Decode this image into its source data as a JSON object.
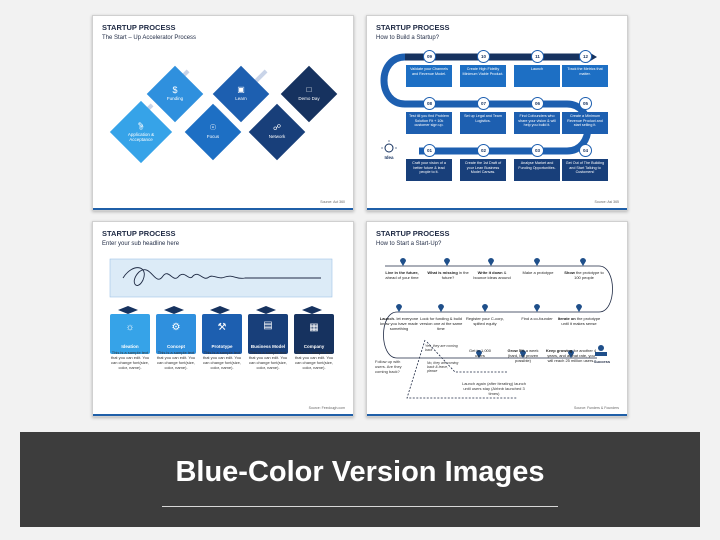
{
  "slide1": {
    "title": "STARTUP PROCESS",
    "subtitle": "The Start – Up Accelerator Process",
    "source": "Source: Act 360",
    "steps": {
      "application": "Application & Acceptance",
      "funding": "Funding",
      "focus": "Focus",
      "learn": "Learn",
      "network": "Network",
      "demo": "Demo Day"
    }
  },
  "slide2": {
    "title": "STARTUP PROCESS",
    "subtitle": "How to Build a Startup?",
    "source": "Source: Asi 365",
    "idea_label": "Idea",
    "nums": [
      "09",
      "10",
      "11",
      "12",
      "08",
      "07",
      "06",
      "05",
      "01",
      "02",
      "03",
      "04"
    ],
    "row1": [
      "Validate your Channels and Revenue Model.",
      "Create High Fidelity Minimum Viable Product.",
      "Launch",
      "Track the Metrics that matter."
    ],
    "row2": [
      "Test till you find Problem Solution Fit + 10k customer sign up.",
      "Set up Legal and Team Logistics.",
      "Find Cofounders who share your vision & will help you build it.",
      "Create a Minimum Revenue Product and start selling it."
    ],
    "row3": [
      "Craft your vision of a better future & lead people to it.",
      "Create the 1st Draft of your Lean Business Model Canvas.",
      "Analyse Market and Funding Opportunities.",
      "Get Out of The Building and Start Talking to Customers!"
    ]
  },
  "slide3": {
    "title": "STARTUP PROCESS",
    "subtitle": "Enter your sub headline here",
    "source": "Source: Feedough.com",
    "boxes": [
      "Ideation",
      "Concept",
      "Prototype",
      "Business Model",
      "Company"
    ],
    "desc": "This is a sample text that you can edit. You can change font(size, color, name)."
  },
  "slide4": {
    "title": "STARTUP PROCESS",
    "subtitle": "How to Start a Start-Up?",
    "source": "Source: Funders & Founders",
    "top": [
      {
        "bold": "Live in the future,",
        "rest": " ahead of your time"
      },
      {
        "bold": "What is missing",
        "rest": " in the future?"
      },
      {
        "bold": "Write it down",
        "rest": " & bounce ideas around"
      },
      {
        "bold": "",
        "rest": "Make a prototype"
      },
      {
        "bold": "Show",
        "rest": " the prototype to 100 people"
      }
    ],
    "mid": [
      {
        "bold": "Launch",
        "rest": "- let everyone know you have made something"
      },
      {
        "bold": "",
        "rest": "Look for funding & build version one at the same time"
      },
      {
        "bold": "",
        "rest": "Register your C-corp, splited equity"
      },
      {
        "bold": "",
        "rest": "Find a co-founder"
      },
      {
        "bold": "Iterate on",
        "rest": " the prototype until it makes sense"
      }
    ],
    "low": [
      {
        "bold": "",
        "rest": "Get to 1,000 users"
      },
      {
        "bold": "Grow 5%",
        "rest": " a week (hard, but proven possible)"
      },
      {
        "bold": "Keep growing",
        "rest": " for another 4 years, and at that rate, you will reach 25 million users."
      }
    ],
    "branch_yes": "Yes, they are coming back",
    "branch_no": "No, they are coming back & leave, please",
    "follow": "Follow up with users. Are they coming back?",
    "again": "Launch again (after iterating) launch until users stay (Airbnb launched 3 times)",
    "success": "Success"
  },
  "banner": {
    "title": "Blue-Color Version Images"
  }
}
